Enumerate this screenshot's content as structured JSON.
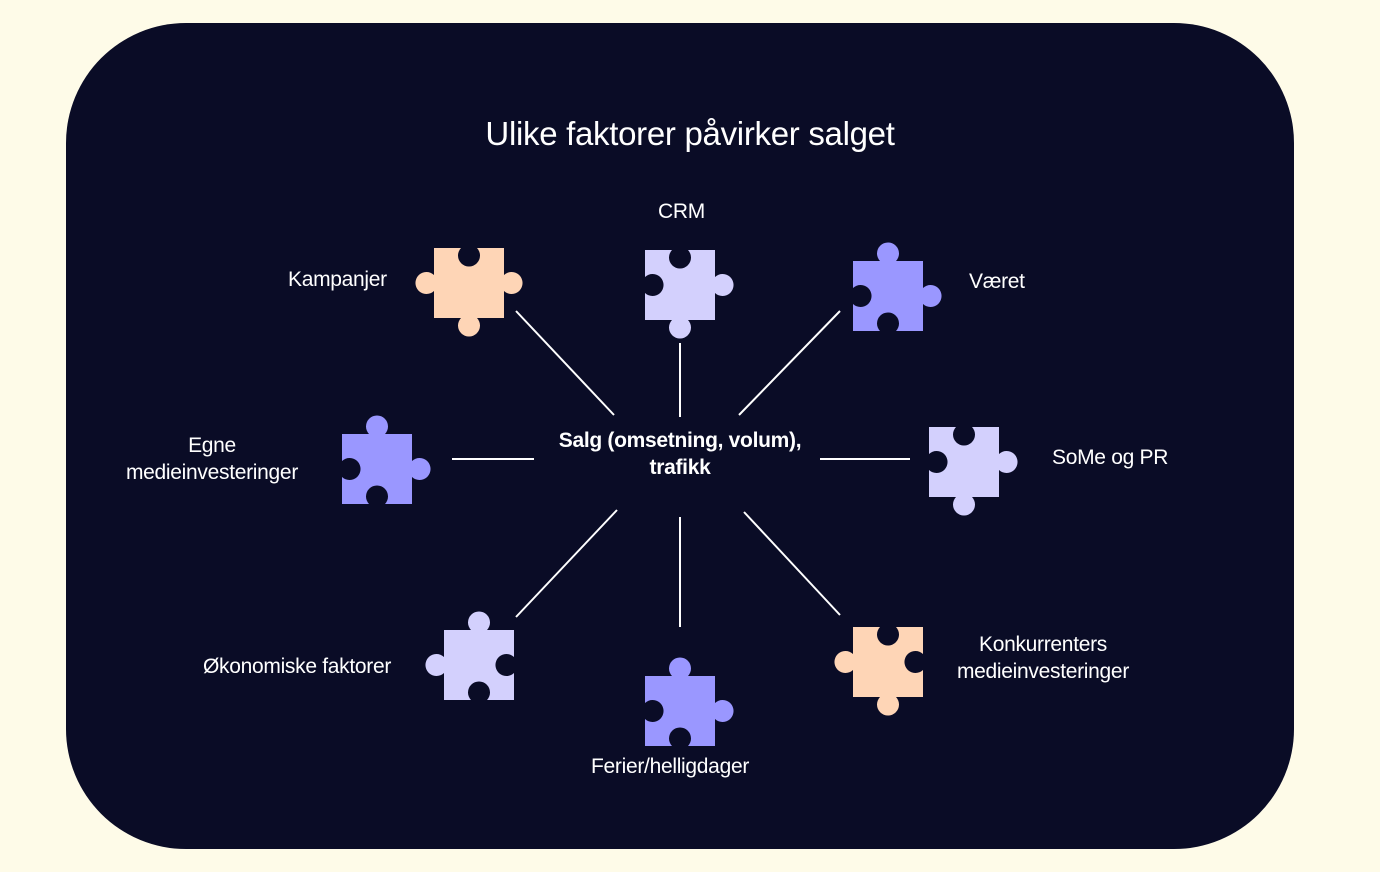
{
  "title": "Ulike faktorer påvirker salget",
  "center": {
    "line1": "Salg (omsetning, volum),",
    "line2": "trafikk"
  },
  "colors": {
    "background": "#fefbe8",
    "card": "#0a0c26",
    "peach": "#fed5b6",
    "lavender": "#d3d0fd",
    "periwinkle": "#9a97ff",
    "line": "#ffffff"
  },
  "factors": [
    {
      "id": "kampanjer",
      "lines": [
        "Kampanjer"
      ],
      "color": "peach",
      "icon": "puzzle-piece-icon"
    },
    {
      "id": "crm",
      "lines": [
        "CRM"
      ],
      "color": "lavender",
      "icon": "puzzle-piece-icon"
    },
    {
      "id": "vaeret",
      "lines": [
        "Været"
      ],
      "color": "periwinkle",
      "icon": "puzzle-piece-icon"
    },
    {
      "id": "egne",
      "lines": [
        "Egne",
        "medieinvesteringer"
      ],
      "color": "periwinkle",
      "icon": "puzzle-piece-icon"
    },
    {
      "id": "some",
      "lines": [
        "SoMe og PR"
      ],
      "color": "lavender",
      "icon": "puzzle-piece-icon"
    },
    {
      "id": "okonomiske",
      "lines": [
        "Økonomiske faktorer"
      ],
      "color": "lavender",
      "icon": "puzzle-piece-icon"
    },
    {
      "id": "ferier",
      "lines": [
        "Ferier/helligdager"
      ],
      "color": "periwinkle",
      "icon": "puzzle-piece-icon"
    },
    {
      "id": "konkurrenter",
      "lines": [
        "Konkurrenters",
        "medieinvesteringer"
      ],
      "color": "peach",
      "icon": "puzzle-piece-icon"
    }
  ]
}
